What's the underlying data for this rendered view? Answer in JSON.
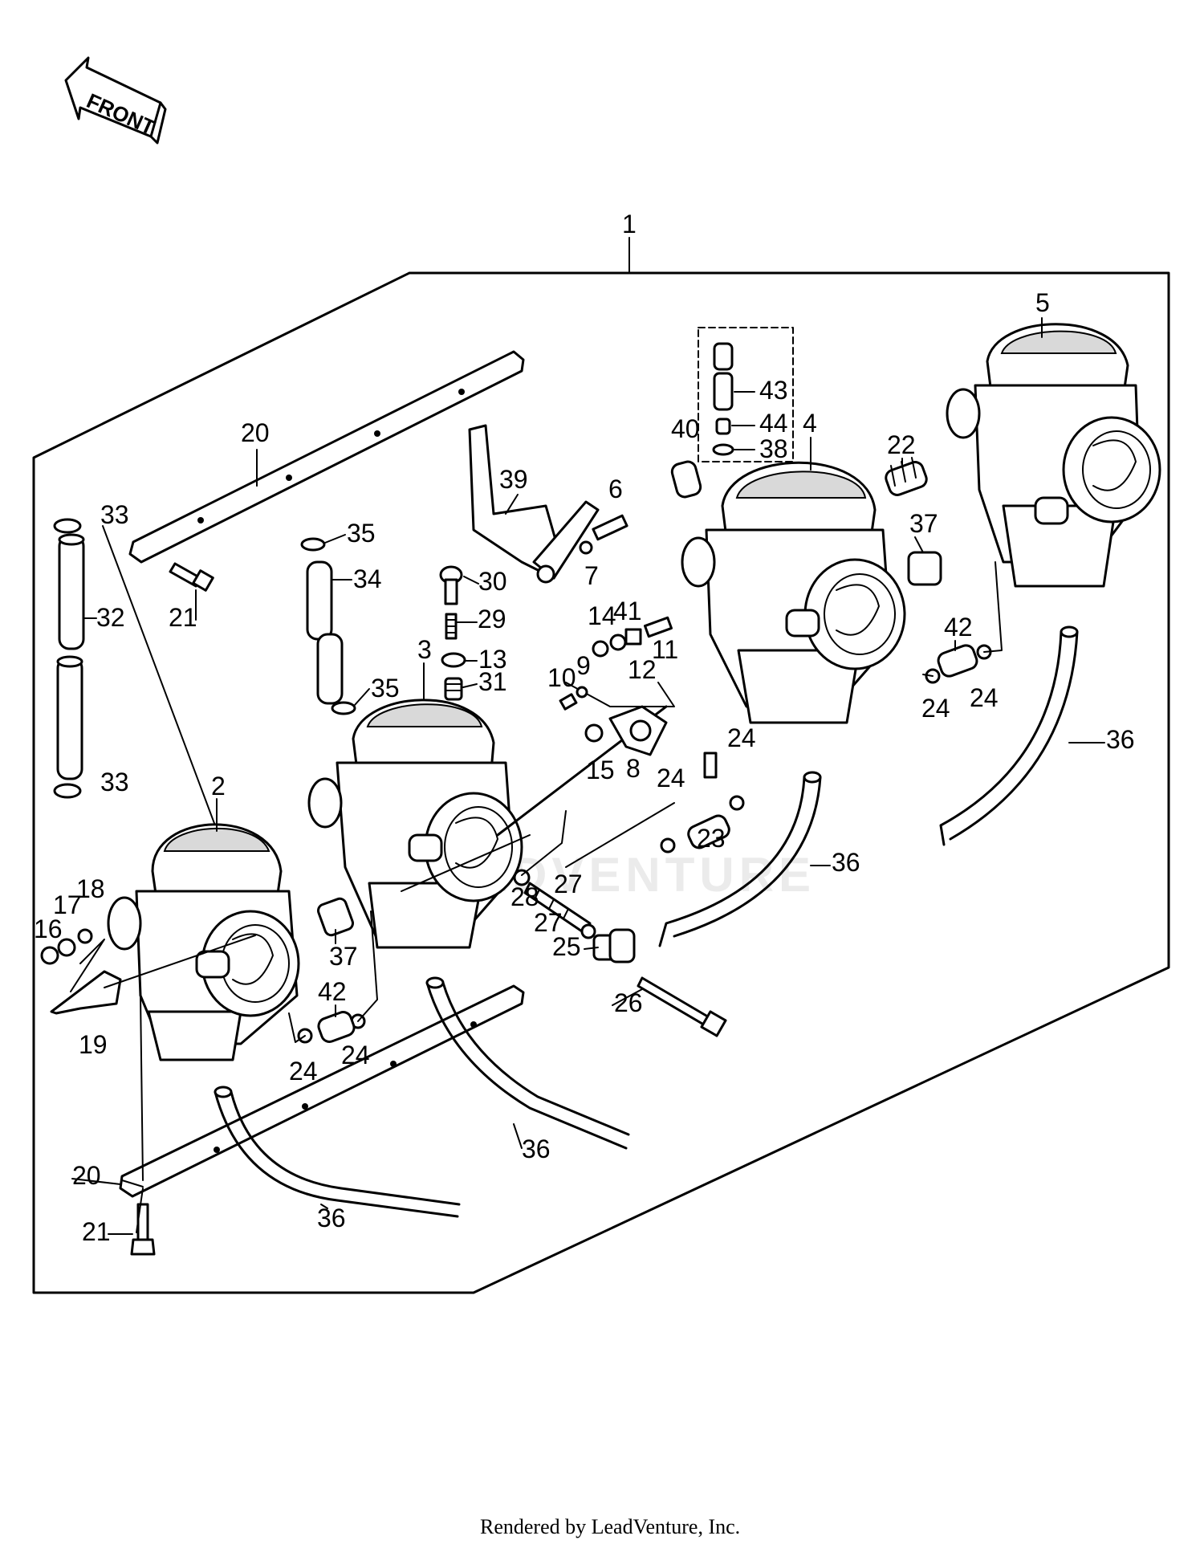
{
  "front_label": "FRONT",
  "watermark": "LEADVENTURE",
  "footer": "Rendered by LeadVenture, Inc.",
  "callouts": {
    "c1": "1",
    "c2": "2",
    "c3": "3",
    "c4": "4",
    "c5": "5",
    "c6": "6",
    "c7": "7",
    "c8": "8",
    "c9": "9",
    "c10": "10",
    "c11": "11",
    "c12": "12",
    "c13": "13",
    "c14": "14",
    "c15": "15",
    "c16": "16",
    "c17": "17",
    "c18": "18",
    "c19": "19",
    "c20a": "20",
    "c20b": "20",
    "c21a": "21",
    "c21b": "21",
    "c22": "22",
    "c23": "23",
    "c24a": "24",
    "c24b": "24",
    "c24c": "24",
    "c24d": "24",
    "c24e": "24",
    "c24f": "24",
    "c25": "25",
    "c26": "26",
    "c27a": "27",
    "c27b": "27",
    "c28": "28",
    "c29": "29",
    "c30": "30",
    "c31": "31",
    "c32": "32",
    "c33a": "33",
    "c33b": "33",
    "c34": "34",
    "c35a": "35",
    "c35b": "35",
    "c36a": "36",
    "c36b": "36",
    "c36c": "36",
    "c36d": "36",
    "c37a": "37",
    "c37b": "37",
    "c38": "38",
    "c39": "39",
    "c40": "40",
    "c41": "41",
    "c42a": "42",
    "c42b": "42",
    "c43": "43",
    "c44": "44"
  }
}
